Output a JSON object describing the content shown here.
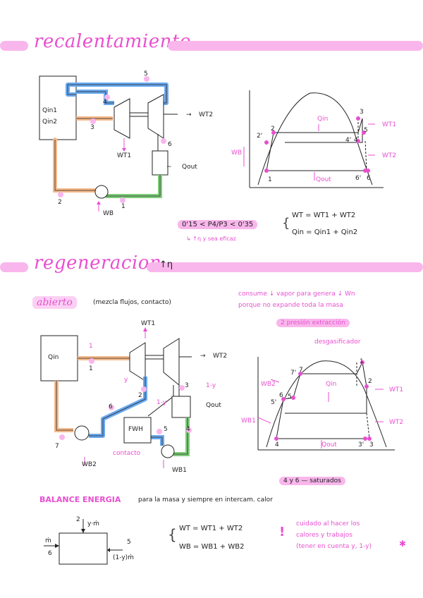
{
  "section1": {
    "title": "recalentamiento",
    "labels": {
      "qin1": "Qin1",
      "qin2": "Qin2",
      "wt1": "WT1",
      "wt2": "WT2",
      "qout": "Qout",
      "wb": "WB",
      "s1": "1",
      "s2": "2",
      "s3": "3",
      "s4": "4",
      "s5": "5",
      "s6": "6"
    },
    "ts": {
      "qin": "Qin",
      "qout": "Qout",
      "wt1": "WT1",
      "wt2": "WT2",
      "wb": "WB",
      "pts": [
        "1",
        "2'",
        "2",
        "3",
        "4'",
        "4",
        "5",
        "6'",
        "6"
      ]
    },
    "condition": "0'15 < P4/P3 < 0'35",
    "condition_note": "↳ ↑η y sea eficaz",
    "eq1": "WT = WT1 + WT2",
    "eq2": "Qin = Qin1 + Qin2"
  },
  "section2": {
    "title": "regeneracion",
    "title_suffix": "↑η",
    "subtitle": "abierto",
    "subtitle_note": "(mezcla flujos, contacto)",
    "note_line1": "consume ↓ vapor para genera ↓ Wn",
    "note_line2": "porque no expande toda la masa",
    "note_pill": "2 presión extracción",
    "note_sub": "desgasificador",
    "labels": {
      "qin": "Qin",
      "wt1": "WT1",
      "wt2": "WT2",
      "qout": "Qout",
      "wb1": "WB1",
      "wb2": "WB2",
      "fwh": "FWH",
      "contacto": "contacto",
      "y": "y",
      "one_minus_y": "1-y",
      "one": "1",
      "s1": "1",
      "s2": "2",
      "s3": "3",
      "s4": "4",
      "s5": "5",
      "s6": "6",
      "s7": "7"
    },
    "ts": {
      "qin": "Qin",
      "qout": "Qout",
      "wt1": "WT1",
      "wt2": "WT2",
      "wb1": "WB1",
      "wb2": "WB2",
      "pts": [
        "1",
        "2",
        "3",
        "4",
        "5",
        "5'",
        "6",
        "7",
        "7'",
        "3'"
      ]
    },
    "saturados": "4 y 6 — saturados",
    "balance_title": "BALANCE ENERGIA",
    "balance_note": "para la masa y siempre en intercam. calor",
    "box": {
      "top": "2",
      "top_m": "y·ṁ",
      "left": "6",
      "left_m": "ṁ",
      "right": "5",
      "right_m": "(1-y)ṁ"
    },
    "eq1": "WT = WT1 + WT2",
    "eq2": "WB = WB1 + WB2",
    "warn1": "cuidado al hacer los",
    "warn2": "calores y trabajos",
    "warn3": "(tener en cuenta y, 1-y)"
  },
  "colors": {
    "pink": "#e94fd0",
    "pink_light": "#f9b6ec",
    "blue": "#6aa9ef",
    "orange": "#f5b98a",
    "green": "#7fce7a"
  }
}
